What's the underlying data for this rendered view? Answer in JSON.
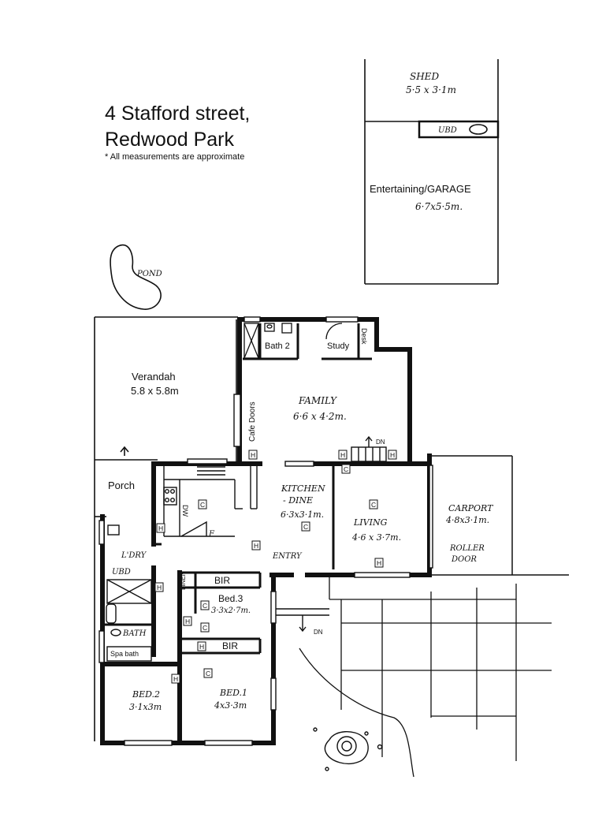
{
  "title": {
    "line1": "4 Stafford street,",
    "line2": "Redwood Park",
    "note": "* All measurements are approximate"
  },
  "rooms": {
    "shed": {
      "name": "SHED",
      "size": "5·5 x 3·1m"
    },
    "ubd_top": "UBD",
    "garage": {
      "name": "Entertaining/GARAGE",
      "size": "6·7x5·5m."
    },
    "pond": "POND",
    "verandah": {
      "name": "Verandah",
      "size": "5.8 x 5.8m"
    },
    "bath2": "Bath 2",
    "study": "Study",
    "desk": "Desk",
    "family": {
      "name": "FAMILY",
      "size": "6·6 x 4·2m."
    },
    "cafe_doors": "Cafe Doors",
    "dn_top": "DN",
    "porch": "Porch",
    "dw": "DW",
    "kitchen": {
      "name": "KITCHEN",
      "name2": "- DINE",
      "size": "6·3x3·1m."
    },
    "living": {
      "name": "LIVING",
      "size": "4·6 x 3·7m."
    },
    "carport": {
      "name": "CARPORT",
      "size": "4·8x3·1m.",
      "note1": "ROLLER",
      "note2": "DOOR"
    },
    "fridge": "F",
    "laundry": "L'DRY",
    "entry": "ENTRY",
    "ubd_mid": "UBD",
    "linen": "LINEN",
    "bir1": "BIR",
    "bed3": {
      "name": "Bed.3",
      "size": "3·3x2·7m."
    },
    "dn_bottom": "DN",
    "bath": "BATH",
    "spa": "Spa bath",
    "bir2": "BIR",
    "bed2": {
      "name": "BED.2",
      "size": "3·1x3m"
    },
    "bed1": {
      "name": "BED.1",
      "size": "4x3·3m"
    }
  },
  "symbols": {
    "heater": "H",
    "cupboard": "C"
  }
}
